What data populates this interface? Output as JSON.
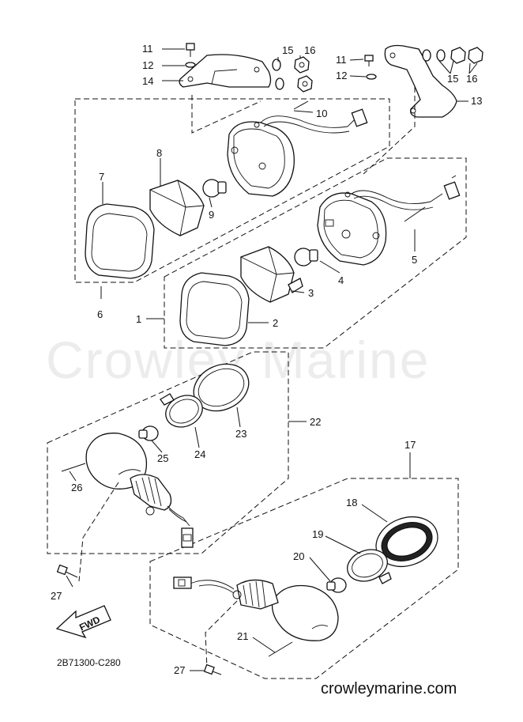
{
  "watermark": "Crowley Marine",
  "website": "crowleymarine.com",
  "diagram_code": "2B71300-C280",
  "fwd_label": "FWD",
  "callouts": [
    {
      "id": "c1",
      "text": "1"
    },
    {
      "id": "c2",
      "text": "2"
    },
    {
      "id": "c3",
      "text": "3"
    },
    {
      "id": "c4",
      "text": "4"
    },
    {
      "id": "c5",
      "text": "5"
    },
    {
      "id": "c6",
      "text": "6"
    },
    {
      "id": "c7",
      "text": "7"
    },
    {
      "id": "c8",
      "text": "8"
    },
    {
      "id": "c9",
      "text": "9"
    },
    {
      "id": "c10",
      "text": "10"
    },
    {
      "id": "c11a",
      "text": "11"
    },
    {
      "id": "c11b",
      "text": "11"
    },
    {
      "id": "c12a",
      "text": "12"
    },
    {
      "id": "c12b",
      "text": "12"
    },
    {
      "id": "c13",
      "text": "13"
    },
    {
      "id": "c14",
      "text": "14"
    },
    {
      "id": "c15a",
      "text": "15"
    },
    {
      "id": "c15b",
      "text": "15"
    },
    {
      "id": "c16a",
      "text": "16"
    },
    {
      "id": "c16b",
      "text": "16"
    },
    {
      "id": "c17",
      "text": "17"
    },
    {
      "id": "c18",
      "text": "18"
    },
    {
      "id": "c19",
      "text": "19"
    },
    {
      "id": "c20",
      "text": "20"
    },
    {
      "id": "c21",
      "text": "21"
    },
    {
      "id": "c22",
      "text": "22"
    },
    {
      "id": "c23",
      "text": "23"
    },
    {
      "id": "c24",
      "text": "24"
    },
    {
      "id": "c25",
      "text": "25"
    },
    {
      "id": "c26",
      "text": "26"
    },
    {
      "id": "c27a",
      "text": "27"
    },
    {
      "id": "c27b",
      "text": "27"
    }
  ]
}
